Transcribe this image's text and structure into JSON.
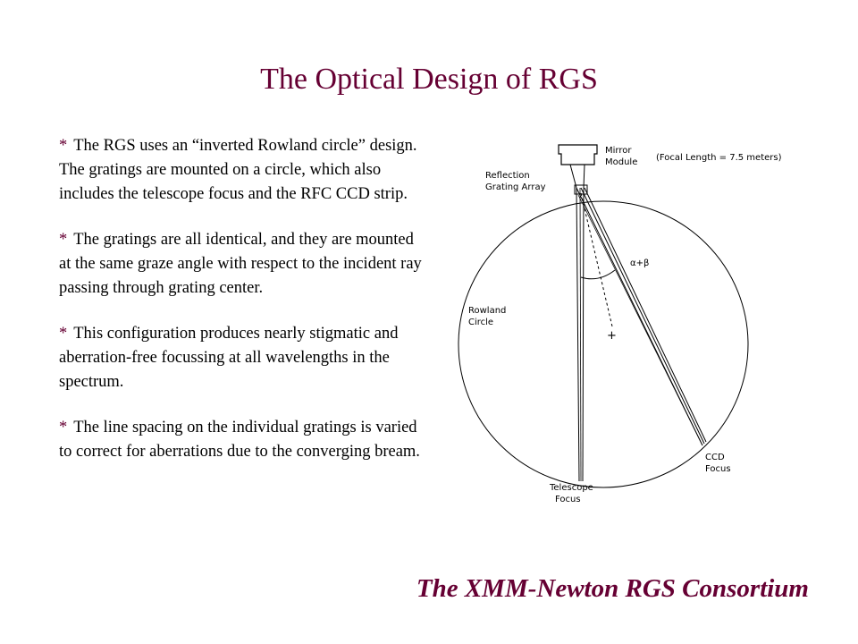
{
  "slide": {
    "title": "The Optical Design of RGS",
    "bullets": [
      {
        "marker": "*",
        "text": "The RGS uses an “inverted Rowland circle” design.  The gratings are mounted on a circle, which also includes the telescope focus and the RFC CCD strip."
      },
      {
        "marker": "*",
        "text": "The gratings are all identical, and they are mounted at the same graze angle with respect to the incident ray passing through grating center."
      },
      {
        "marker": "*",
        "text": "This configuration produces nearly stigmatic and aberration-free focussing at all wavelengths in the spectrum."
      },
      {
        "marker": "*",
        "text": "The line spacing on the individual gratings is varied to correct for aberrations due to the converging bream."
      }
    ],
    "footer": "The XMM-Newton RGS Consortium"
  },
  "diagram": {
    "labels": {
      "mirror_line1": "Mirror",
      "mirror_line2": "Module",
      "focal_length": "(Focal Length = 7.5 meters)",
      "grating_line1": "Reflection",
      "grating_line2": "Grating Array",
      "angle": "α+β",
      "rowland_line1": "Rowland",
      "rowland_line2": "Circle",
      "center_mark": "+",
      "ccd_line1": "CCD",
      "ccd_line2": "Focus",
      "telescope_line1": "Telescope",
      "telescope_line2": "Focus"
    }
  },
  "colors": {
    "title": "#660033",
    "footer": "#660033",
    "text": "#000000"
  }
}
